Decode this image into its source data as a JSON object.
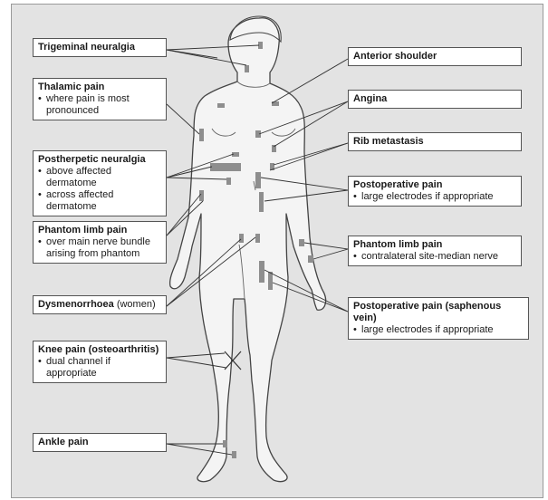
{
  "labels": {
    "trigeminal": {
      "title": "Trigeminal neuralgia",
      "suffix": "",
      "notes": []
    },
    "thalamic": {
      "title": "Thalamic pain",
      "suffix": "",
      "notes": [
        "where pain is most pronounced"
      ]
    },
    "postherpetic": {
      "title": "Postherpetic neuralgia",
      "suffix": "",
      "notes": [
        "above affected dermatome",
        "across affected dermatome"
      ]
    },
    "phantom_left": {
      "title": "Phantom limb pain",
      "suffix": "",
      "notes": [
        "over main nerve bundle arising from phantom"
      ]
    },
    "dysmenorrhoea": {
      "title": "Dysmenorrhoea",
      "suffix": " (women)",
      "notes": []
    },
    "knee": {
      "title": "Knee pain (osteoarthritis)",
      "suffix": "",
      "notes": [
        "dual channel if appropriate"
      ]
    },
    "ankle": {
      "title": "Ankle pain",
      "suffix": "",
      "notes": []
    },
    "anterior_shoulder": {
      "title": "Anterior shoulder",
      "suffix": "",
      "notes": []
    },
    "angina": {
      "title": "Angina",
      "suffix": "",
      "notes": []
    },
    "rib": {
      "title": "Rib metastasis",
      "suffix": "",
      "notes": []
    },
    "postoperative": {
      "title": "Postoperative pain",
      "suffix": "",
      "notes": [
        "large electrodes if appropriate"
      ]
    },
    "phantom_right": {
      "title": "Phantom limb pain",
      "suffix": "",
      "notes": [
        "contralateral site-median nerve"
      ]
    },
    "postop_saphenous": {
      "title": "Postoperative pain (saphenous vein)",
      "suffix": "",
      "notes": [
        "large electrodes if appropriate"
      ]
    }
  },
  "colors": {
    "background": "#e3e3e3",
    "outline": "#444444",
    "electrode": "#8e8e8e",
    "leader": "#333333"
  }
}
